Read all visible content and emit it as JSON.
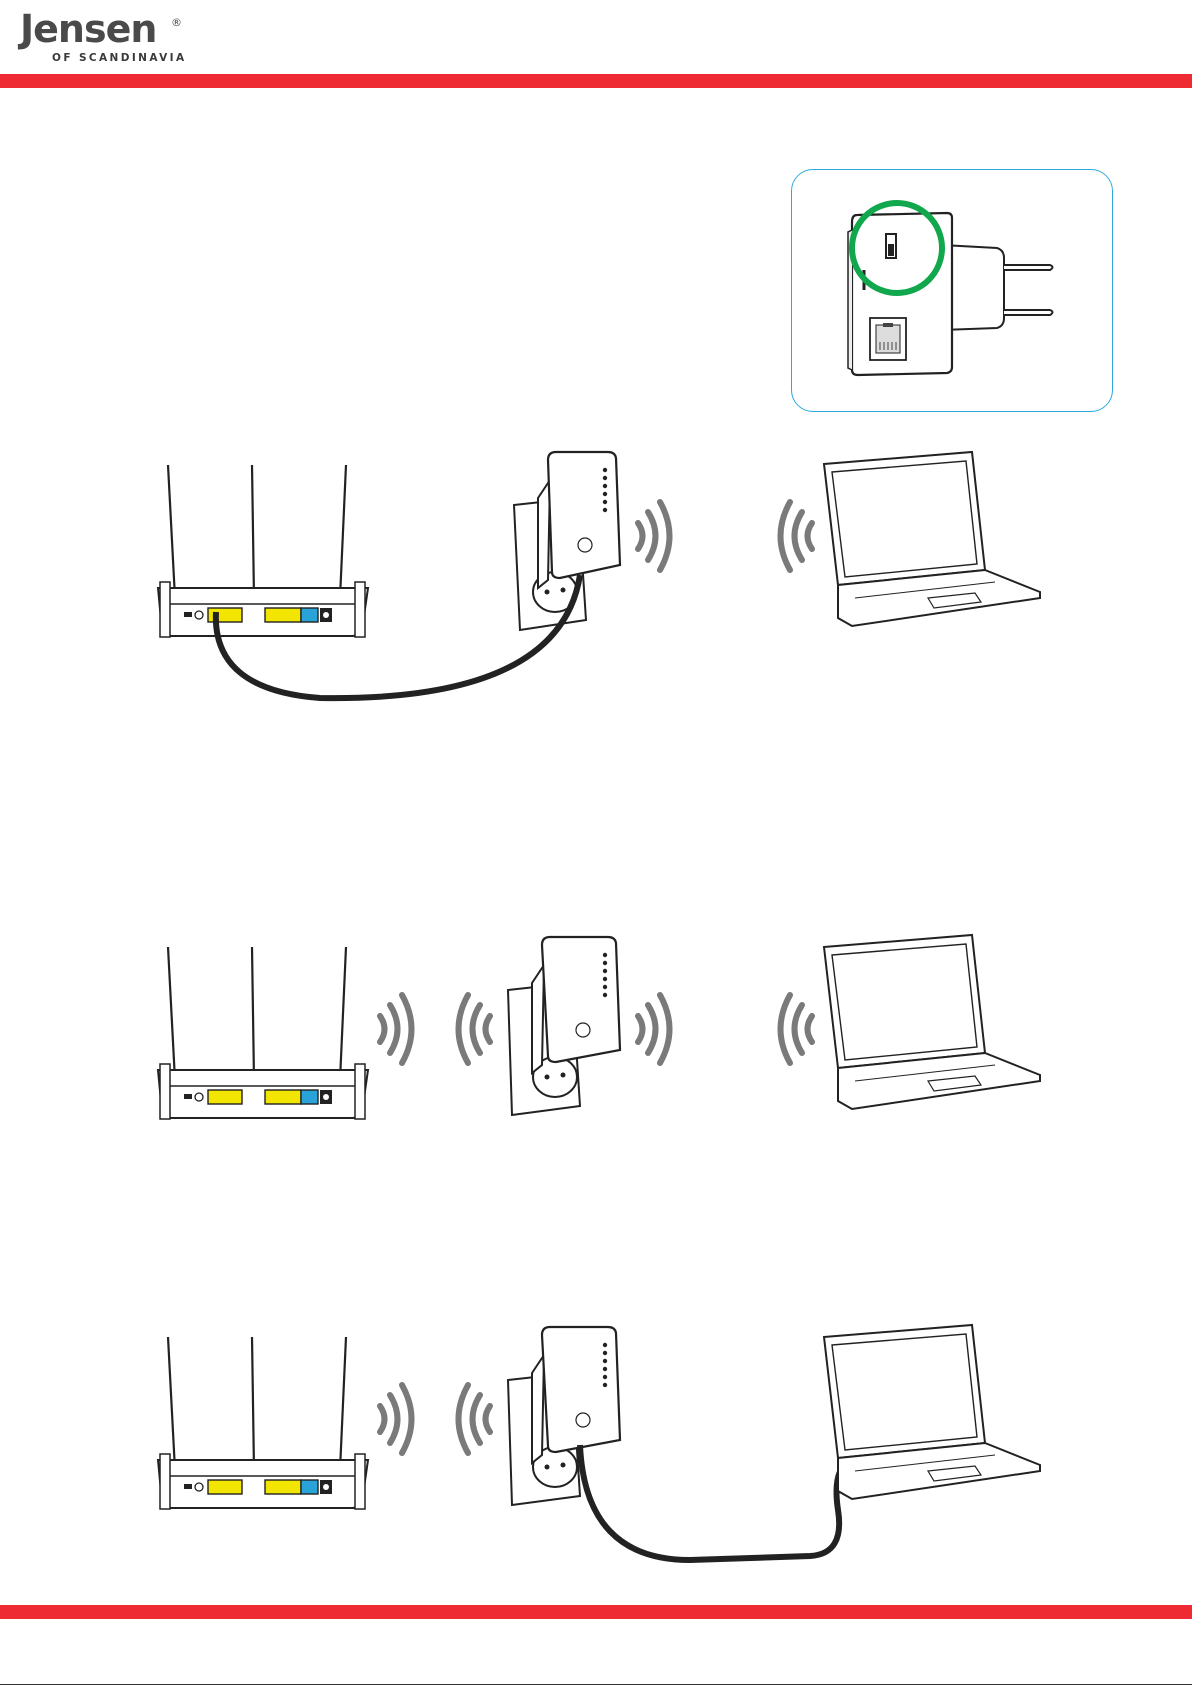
{
  "brand": {
    "name": "Jensen",
    "registered_mark": "®",
    "tagline": "OF SCANDINAVIA"
  },
  "colors": {
    "accent_red": "#ee2b33",
    "box_border_blue": "#2ea9e0",
    "highlight_green": "#11a84d",
    "port_yellow": "#f2e600",
    "port_blue": "#2aa3d9",
    "wifi_gray": "#7a7a7a"
  },
  "icons": {
    "router": "router-with-three-antennas-icon",
    "extender": "wall-plug-extender-icon",
    "laptop": "laptop-icon",
    "wifi": "wifi-waves-icon",
    "cable": "ethernet-cable-icon"
  },
  "diagrams": [
    {
      "id": "wired-setup",
      "router_wifi": false,
      "cable_router_to_extender": true,
      "cable_extender_to_laptop": false
    },
    {
      "id": "wireless-repeater",
      "router_wifi": true,
      "cable_router_to_extender": false,
      "cable_extender_to_laptop": false
    },
    {
      "id": "client-bridge",
      "router_wifi": true,
      "cable_router_to_extender": false,
      "cable_extender_to_laptop": true
    }
  ]
}
